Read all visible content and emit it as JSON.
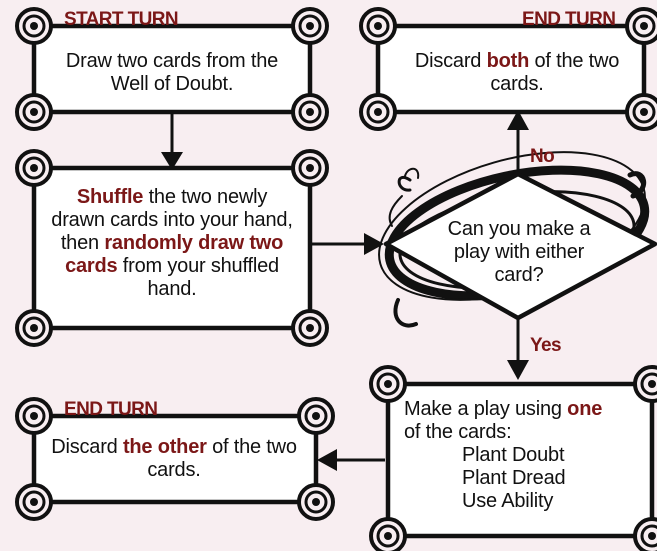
{
  "start_box": {
    "tag": "START TURN",
    "text": "Draw two cards from the Well of Doubt."
  },
  "shuffle_box": {
    "part1": "Shuffle",
    "part2": " the two newly drawn cards into your hand, then ",
    "part3": "randomly draw two cards",
    "part4": " from your shuffled hand."
  },
  "decision": {
    "text": "Can you make a play with either card?",
    "no_label": "No",
    "yes_label": "Yes"
  },
  "end_box_top": {
    "tag": "END TURN",
    "part1": "Discard ",
    "part2": "both",
    "part3": " of the two cards."
  },
  "play_box": {
    "part1": "Make a play using ",
    "part2": "one",
    "part3": " of the cards:",
    "options": [
      "Plant Doubt",
      "Plant Dread",
      "Use Ability"
    ]
  },
  "end_box_bottom": {
    "tag": "END TURN",
    "part1": "Discard ",
    "part2": "the other",
    "part3": " of the two cards."
  },
  "colors": {
    "background": "#f8eef1",
    "accent": "#7b1717",
    "ink": "#111111"
  }
}
